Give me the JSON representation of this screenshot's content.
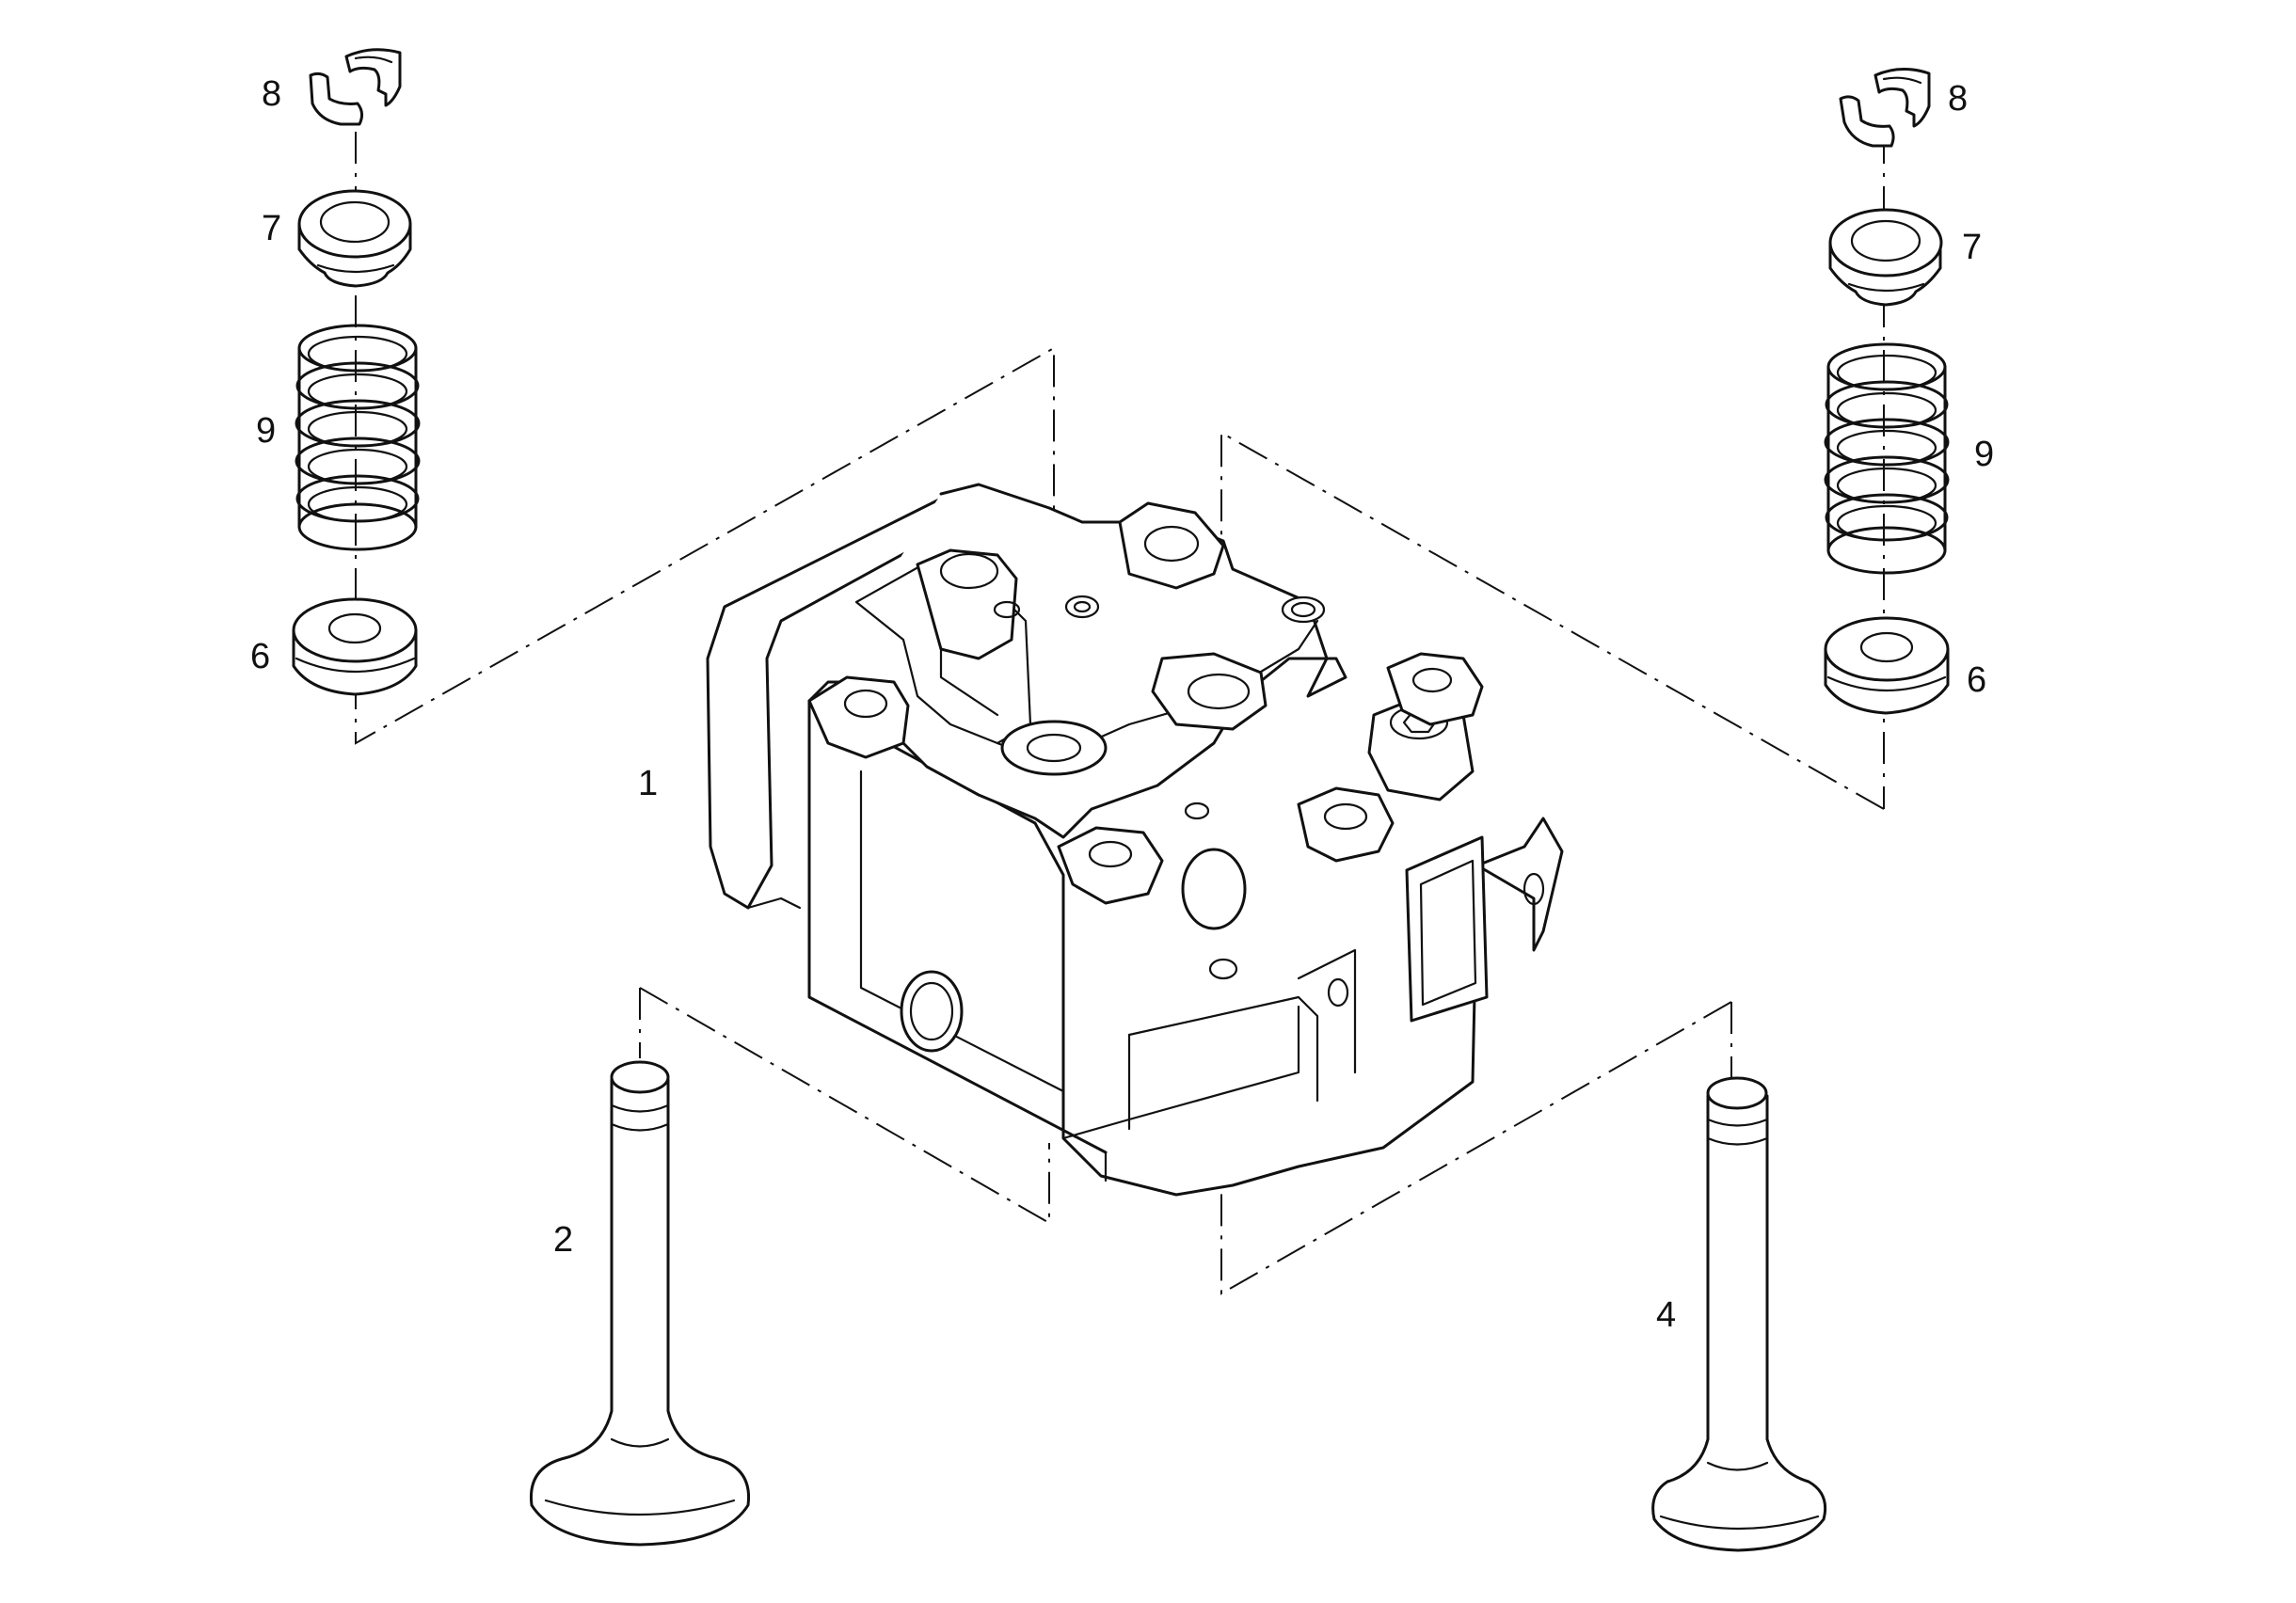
{
  "diagram": {
    "callouts": {
      "p1": "1",
      "p2": "2",
      "p4": "4",
      "left_6": "6",
      "left_7": "7",
      "left_8": "8",
      "left_9": "9",
      "right_6": "6",
      "right_7": "7",
      "right_8": "8",
      "right_9": "9"
    }
  }
}
